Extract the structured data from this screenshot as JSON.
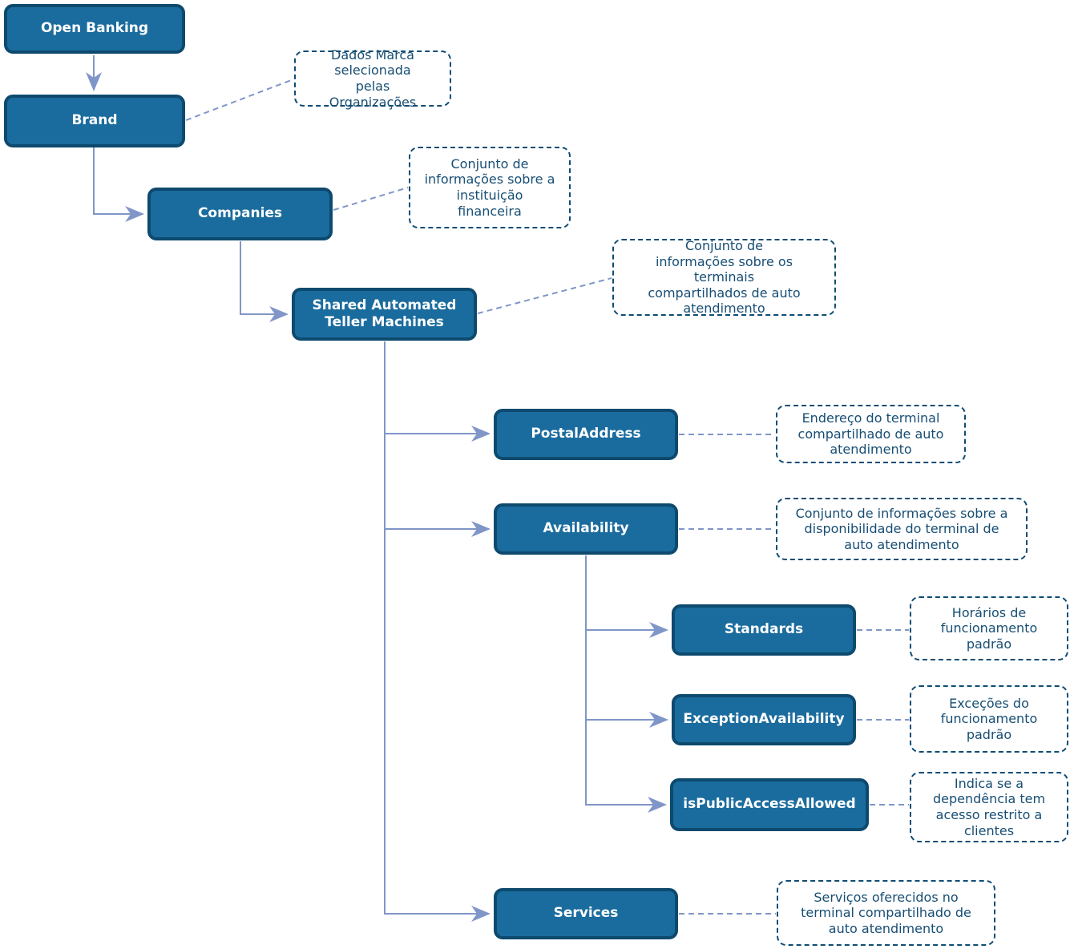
{
  "diagram": {
    "type": "hierarchy-tree",
    "language": "pt-BR / en",
    "colors": {
      "node_fill": "#1B6C9E",
      "node_border": "#0D4A6E",
      "node_text": "#FFFFFF",
      "connector": "#8096C8",
      "annotation_border": "#0F4C75",
      "annotation_text": "#174E74",
      "background": "#FFFFFF"
    },
    "nodes": [
      {
        "id": "open-banking",
        "label": "Open Banking"
      },
      {
        "id": "brand",
        "label": "Brand"
      },
      {
        "id": "companies",
        "label": "Companies"
      },
      {
        "id": "shared-atm",
        "label": "Shared Automated Teller Machines"
      },
      {
        "id": "postal-address",
        "label": "PostalAddress"
      },
      {
        "id": "availability",
        "label": "Availability"
      },
      {
        "id": "standards",
        "label": "Standards"
      },
      {
        "id": "exception-availability",
        "label": "ExceptionAvailability"
      },
      {
        "id": "is-public-access-allowed",
        "label": "isPublicAccessAllowed"
      },
      {
        "id": "services",
        "label": "Services"
      }
    ],
    "edges": [
      {
        "from": "Open Banking",
        "to": "Brand"
      },
      {
        "from": "Brand",
        "to": "Companies"
      },
      {
        "from": "Companies",
        "to": "Shared Automated Teller Machines"
      },
      {
        "from": "Shared Automated Teller Machines",
        "to": "PostalAddress"
      },
      {
        "from": "Shared Automated Teller Machines",
        "to": "Availability"
      },
      {
        "from": "Shared Automated Teller Machines",
        "to": "Services"
      },
      {
        "from": "Availability",
        "to": "Standards"
      },
      {
        "from": "Availability",
        "to": "ExceptionAvailability"
      },
      {
        "from": "Availability",
        "to": "isPublicAccessAllowed"
      }
    ],
    "annotations": [
      {
        "id": "note-brand",
        "attached_to": "Brand",
        "text": "Dados Marca selecionada pelas Organizações"
      },
      {
        "id": "note-companies",
        "attached_to": "Companies",
        "text": "Conjunto de informações sobre a instituição financeira"
      },
      {
        "id": "note-shared-atm",
        "attached_to": "Shared Automated Teller Machines",
        "text": "Conjunto de informações sobre os terminais compartilhados de auto atendimento"
      },
      {
        "id": "note-postal-address",
        "attached_to": "PostalAddress",
        "text": "Endereço do terminal compartilhado de auto atendimento"
      },
      {
        "id": "note-availability",
        "attached_to": "Availability",
        "text": "Conjunto de informações sobre a disponibilidade do terminal de auto atendimento"
      },
      {
        "id": "note-standards",
        "attached_to": "Standards",
        "text": "Horários de funcionamento padrão"
      },
      {
        "id": "note-exception-availability",
        "attached_to": "ExceptionAvailability",
        "text": "Exceções do funcionamento padrão"
      },
      {
        "id": "note-is-public-access-allowed",
        "attached_to": "isPublicAccessAllowed",
        "text": "Indica se a dependência tem acesso restrito a clientes"
      },
      {
        "id": "note-services",
        "attached_to": "Services",
        "text": "Serviços oferecidos no terminal compartilhado de auto atendimento"
      }
    ]
  }
}
